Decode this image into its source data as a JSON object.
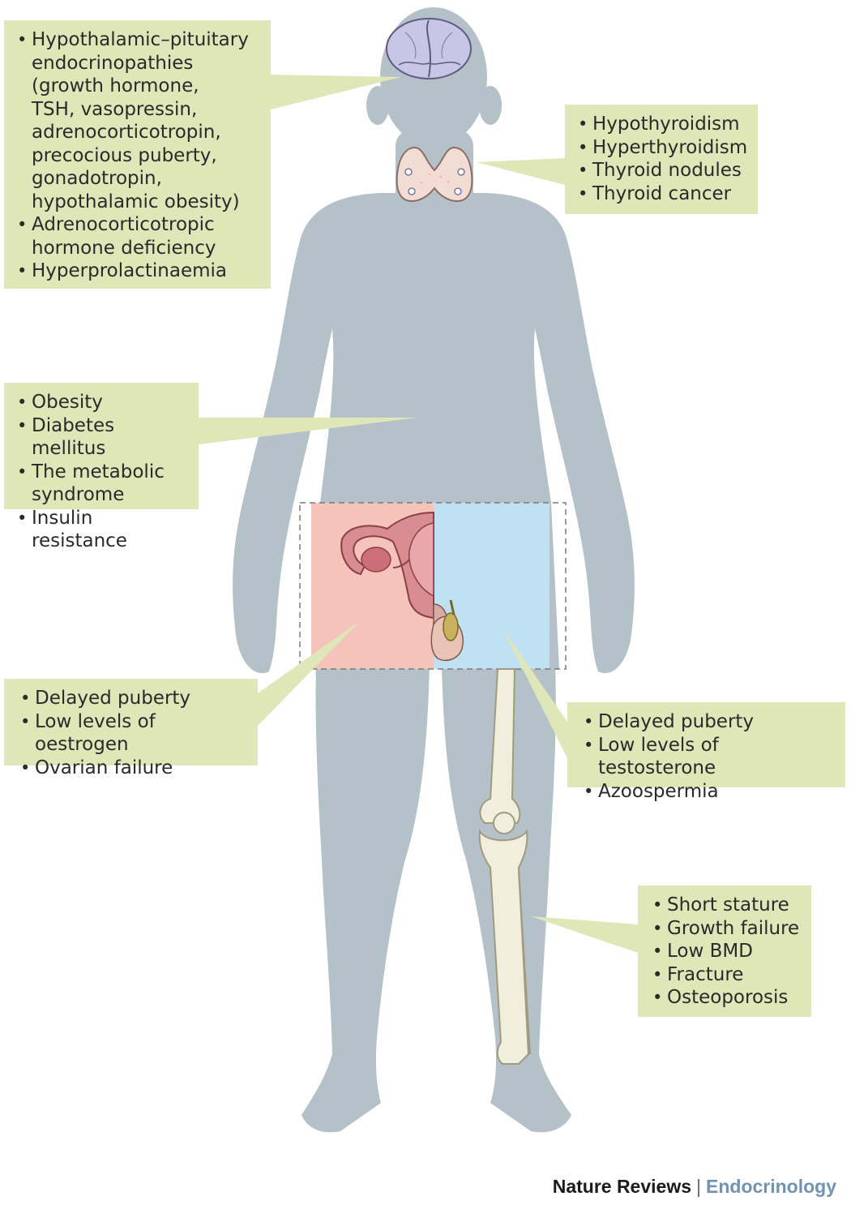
{
  "callouts": {
    "brain": {
      "items": [
        "Hypothalamic–pituitary\nendocrinopathies\n(growth hormone,\nTSH, vasopressin,\nadrenocorticotropin,\nprecocious puberty,\ngonadotropin,\nhypothalamic obesity)",
        "Adrenocorticotropic\nhormone deficiency",
        "Hyperprolactinaemia"
      ]
    },
    "thyroid": {
      "items": [
        "Hypothyroidism",
        "Hyperthyroidism",
        "Thyroid nodules",
        "Thyroid cancer"
      ]
    },
    "metabolic": {
      "items": [
        "Obesity",
        "Diabetes mellitus",
        "The metabolic\nsyndrome",
        "Insulin resistance"
      ]
    },
    "female": {
      "items": [
        "Delayed puberty",
        "Low levels of oestrogen",
        "Ovarian failure"
      ]
    },
    "male": {
      "items": [
        "Delayed puberty",
        "Low levels of testosterone",
        "Azoospermia"
      ]
    },
    "bone": {
      "items": [
        "Short stature",
        "Growth failure",
        "Low BMD",
        "Fracture",
        "Osteoporosis"
      ]
    }
  },
  "credit": {
    "journal": "Nature Reviews",
    "separator": "|",
    "section": "Endocrinology"
  },
  "colors": {
    "silhouette": "#b4c1c8",
    "callout_fill": "#dfe6b8",
    "female_region": "#f6c3bb",
    "male_region": "#bfe1f1",
    "brain": "#c9c5e6",
    "thyroid": "#f3dcd4",
    "bone": "#f1eedd",
    "journal_text": "#1b1b1b",
    "section_text": "#6f93b0"
  }
}
